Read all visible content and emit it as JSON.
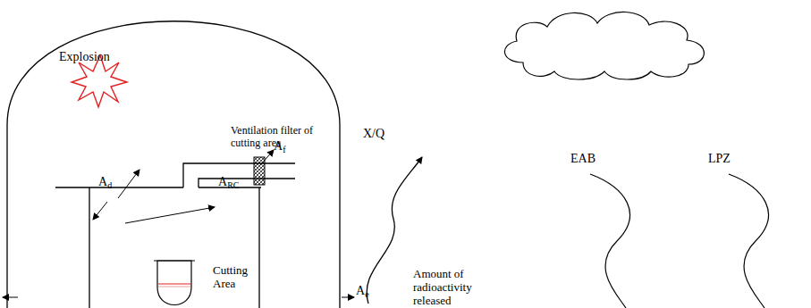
{
  "diagram": {
    "nodes": [
      {
        "text": [
          "Cutting Area"
        ]
      }
    ],
    "labels": [
      "Explosion",
      "Ventilation filter of cutting area",
      "Af",
      "Ad",
      "ARC",
      "Ae",
      "X/Q",
      "EAB",
      "LPZ",
      "Amount of radioactivity released"
    ]
  }
}
